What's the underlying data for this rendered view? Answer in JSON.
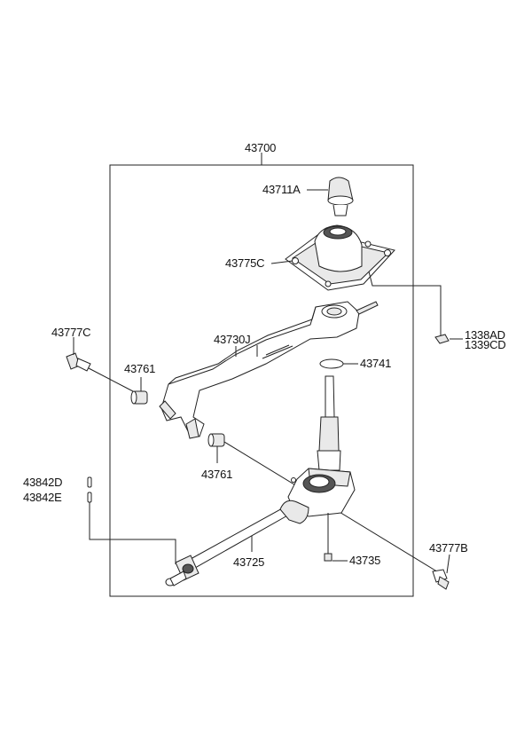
{
  "labels": {
    "assembly": "43700",
    "knob": "43711A",
    "boot_housing": "43775C",
    "lever_bracket": "43730J",
    "clip_left": "43777C",
    "bushing_upper": "43761",
    "bushing_lower": "43761",
    "ring": "43741",
    "bolt_upper": "1338AD",
    "bolt_lower": "1339CD",
    "pin_upper": "43842D",
    "pin_lower": "43842E",
    "rod": "43725",
    "screw": "43735",
    "clip_right": "43777B"
  }
}
